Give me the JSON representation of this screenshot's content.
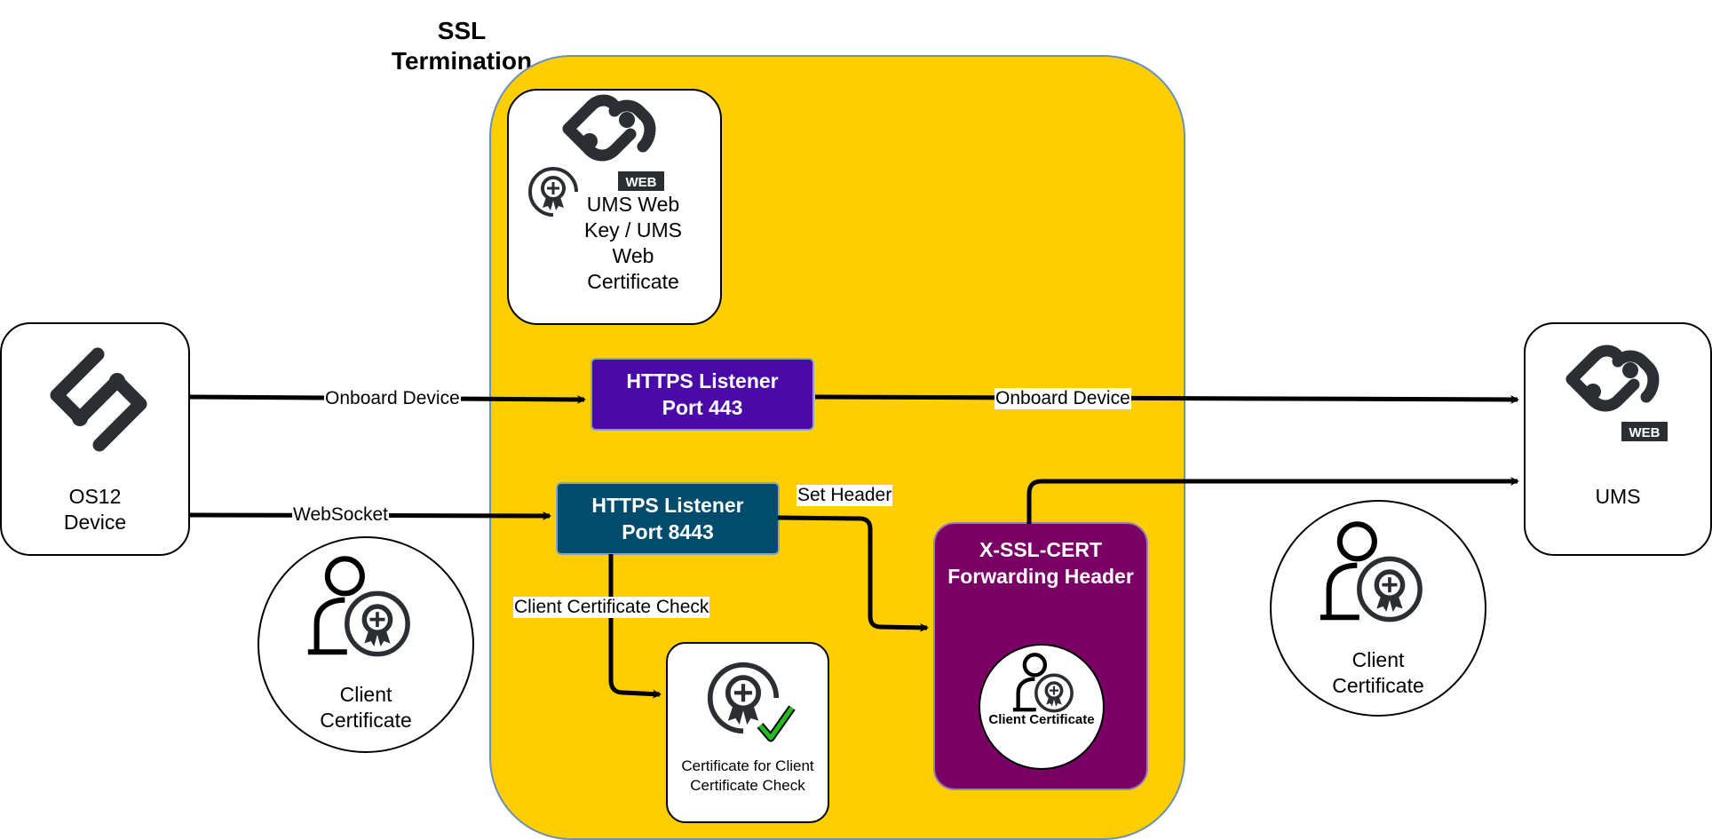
{
  "title": "SSL Termination",
  "web_key_box": {
    "label": "UMS Web Key / UMS Web Certificate"
  },
  "os12": {
    "label": "OS12 Device"
  },
  "ums": {
    "label": "UMS"
  },
  "listener_443": {
    "line1": "HTTPS Listener",
    "line2": "Port 443"
  },
  "listener_8443": {
    "line1": "HTTPS Listener",
    "line2": "Port 8443"
  },
  "forwarding": {
    "line1": "X-SSL-CERT",
    "line2": "Forwarding Header",
    "inner_label": "Client Certificate"
  },
  "cert_check_box": {
    "label": "Certificate for Client Certificate Check"
  },
  "client_cert_left": {
    "label": "Client Certificate"
  },
  "client_cert_right": {
    "label": "Client Certificate"
  },
  "edges": {
    "onboard_left": "Onboard Device",
    "websocket": "WebSocket",
    "onboard_right": "Onboard Device",
    "set_header": "Set Header",
    "client_check": "Client Certificate Check"
  },
  "icons": {
    "logo": "igel-logo-icon",
    "logo_web": "igel-web-logo-icon",
    "web_badge": "WEB",
    "certificate": "certificate-icon",
    "user_certificate": "user-certificate-icon",
    "checkmark": "checkmark-icon"
  },
  "colors": {
    "zone": "#ffce00",
    "listener_443": "#4a0aa8",
    "listener_8443": "#004c6c",
    "forwarding": "#7a0066",
    "icon": "#2b2f33",
    "check": "#22bb22"
  }
}
